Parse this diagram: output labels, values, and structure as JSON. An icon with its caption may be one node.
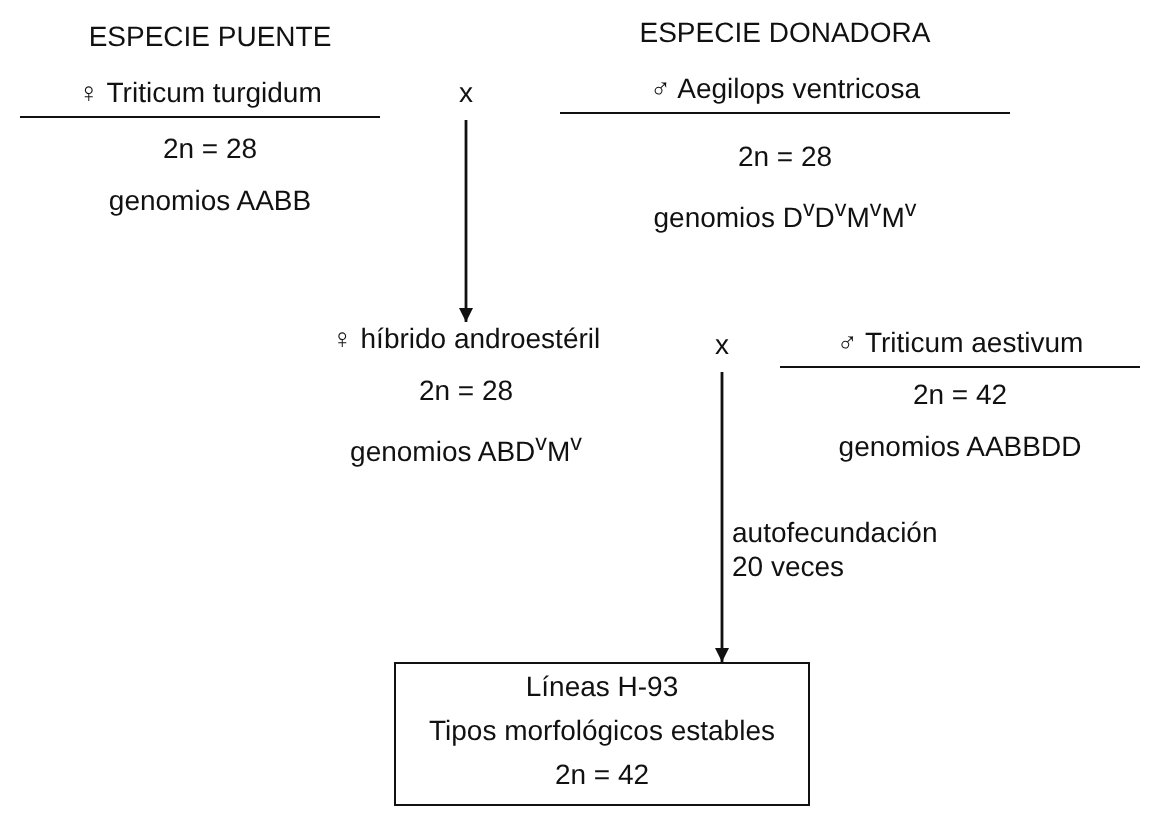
{
  "diagram": {
    "nodes": [
      {
        "text": [
          "ESPECIE PUENTE",
          "♀ Triticum turgidum",
          "2n = 28",
          "genomios AABB"
        ]
      },
      {
        "text": [
          "x"
        ]
      },
      {
        "text": [
          "ESPECIE DONADORA",
          "♂ Aegilops ventricosa",
          "2n = 28",
          "genomios D$^{v}$D$^{v}$M$^{v}$M$^{v}$"
        ]
      },
      {
        "text": [
          "♀ híbrido androestéril",
          "2n = 28",
          "genomios ABD$^{v}$M$^{v}$"
        ]
      },
      {
        "text": [
          "x"
        ]
      },
      {
        "text": [
          "♂ Triticum aestivum",
          "2n = 42",
          "genomios AABBDD"
        ]
      },
      {
        "text": [
          "Líneas H-93",
          "Tipos morfológicos estables",
          "2n = 42"
        ]
      }
    ],
    "edges": [
      {
        "from": 1,
        "to": 3,
        "arrow": "to"
      },
      {
        "from": 4,
        "to": 6,
        "arrow": "to",
        "label": "autofecundación 20 veces"
      }
    ]
  }
}
